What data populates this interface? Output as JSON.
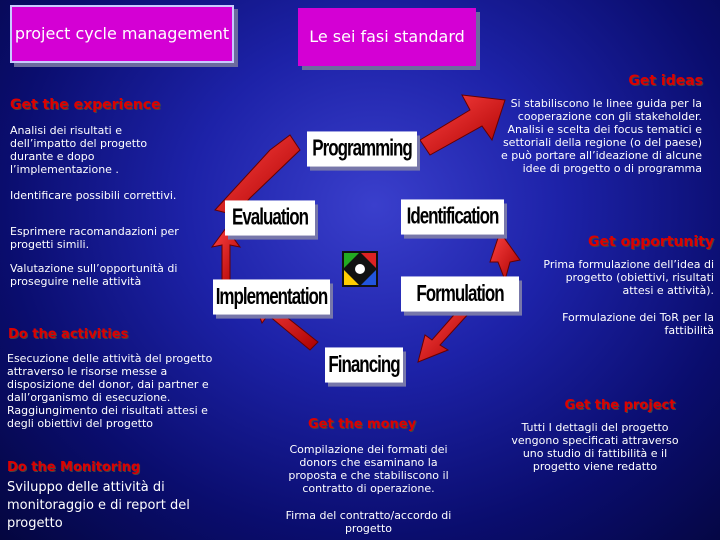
{
  "header": {
    "title_box": "project cycle management",
    "subtitle_box": "Le sei fasi standard"
  },
  "left": {
    "experience_heading": "Get the experience",
    "experience_p1": "Analisi dei risultati e dell’impatto del progetto durante e dopo l’implementazione .",
    "experience_p2": "Identificare possibili correttivi.",
    "experience_p3": "Esprimere racomandazioni per progetti simili.",
    "experience_p4": "Valutazione sull’opportunità di proseguire nelle attività",
    "activities_heading": "Do the activities",
    "activities_text": "Esecuzione delle attività del progetto attraverso le risorse messe a disposizione del donor, dai partner e dall’organismo di esecuzione. Raggiungimento dei risultati attesi e degli obiettivi del progetto",
    "monitoring_heading": "Do the Monitoring",
    "monitoring_text": "Sviluppo delle attività di monitoraggio e di report del progetto"
  },
  "right": {
    "ideas_heading": "Get ideas",
    "ideas_text": "Si stabiliscono le linee guida per la cooperazione con gli stakeholder. Analisi e scelta dei focus tematici e settoriali della regione (o del paese) e può portare all’ideazione di alcune idee di progetto o di programma",
    "opportunity_heading": "Get opportunity",
    "opportunity_text": "Prima formulazione dell’idea di progetto (obiettivi, risultati attesi e attività).",
    "opportunity_text2": "Formulazione dei ToR per la fattibilità",
    "project_heading": "Get the project",
    "project_text": "Tutti I dettagli del progetto vengono specificati attraverso uno studio di fattibilità e il progetto viene redatto"
  },
  "bottom": {
    "money_heading": "Get the money",
    "money_text": "Compilazione dei formati dei donors che esaminano la proposta e che stabiliscono il contratto di operazione.",
    "money_text2": "Firma del contratto/accordo di progetto"
  },
  "cycle": {
    "programming": "Programming",
    "identification": "Identification",
    "formulation": "Formulation",
    "financing": "Financing",
    "implementation": "Implementation",
    "evaluation": "Evaluation"
  },
  "colors": {
    "background": "#1d22a8",
    "box": "#d400d4",
    "arrow": "#dd1111",
    "heading_red": "#dd0000"
  }
}
